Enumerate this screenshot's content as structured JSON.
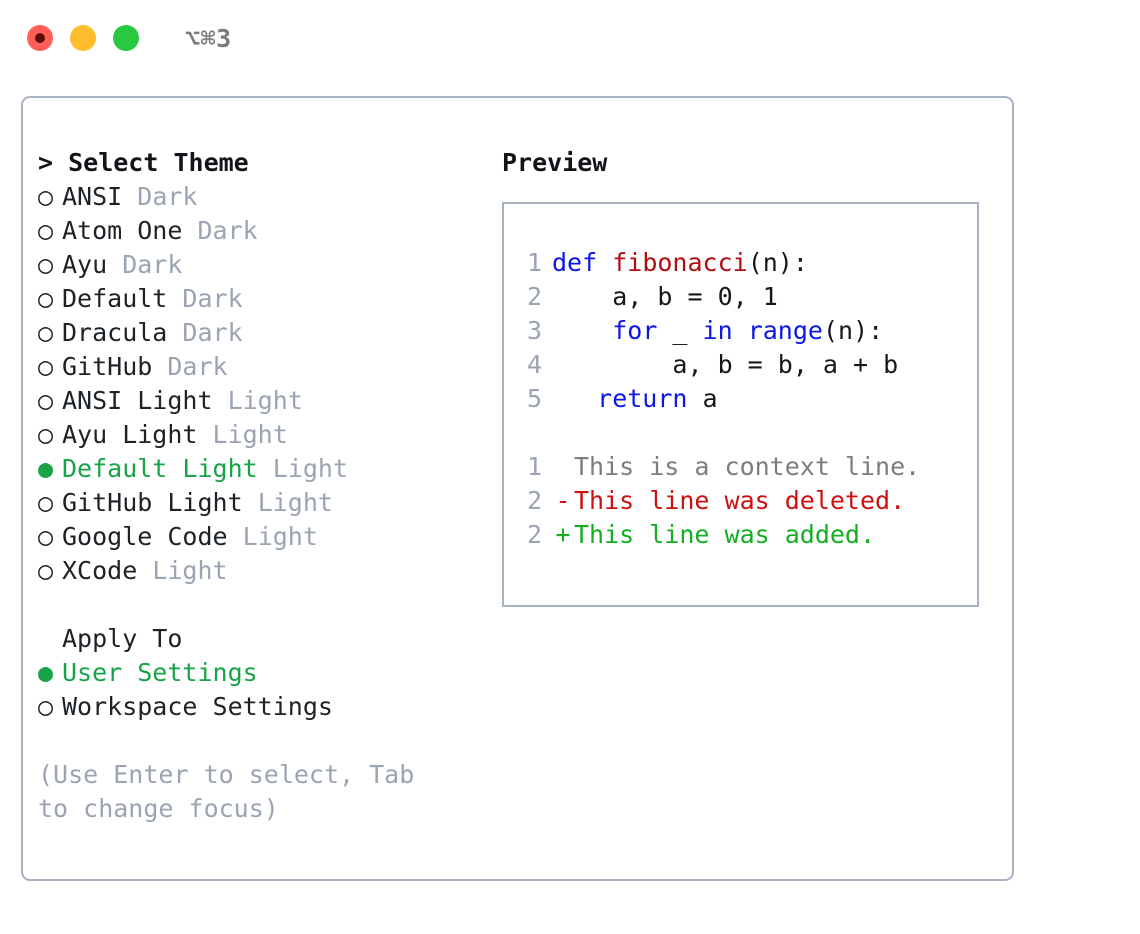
{
  "window": {
    "title": "⌥⌘3",
    "traffic_lights": [
      "close-red",
      "minimize-yellow",
      "zoom-green"
    ],
    "colors": {
      "red": "#ff5f57",
      "yellow": "#ffbd2e",
      "green": "#28c840",
      "border": "#a8b2c0",
      "accent_green": "#19a349",
      "muted": "#9aa4b2"
    }
  },
  "theme_list": {
    "header": "> Select Theme",
    "bullet_selected": "●",
    "bullet_unselected": "○",
    "items": [
      {
        "name": "ANSI",
        "kind": "Dark",
        "selected": false
      },
      {
        "name": "Atom One",
        "kind": "Dark",
        "selected": false
      },
      {
        "name": "Ayu",
        "kind": "Dark",
        "selected": false
      },
      {
        "name": "Default",
        "kind": "Dark",
        "selected": false
      },
      {
        "name": "Dracula",
        "kind": "Dark",
        "selected": false
      },
      {
        "name": "GitHub",
        "kind": "Dark",
        "selected": false
      },
      {
        "name": "ANSI Light",
        "kind": "Light",
        "selected": false
      },
      {
        "name": "Ayu Light",
        "kind": "Light",
        "selected": false
      },
      {
        "name": "Default Light",
        "kind": "Light",
        "selected": true
      },
      {
        "name": "GitHub Light",
        "kind": "Light",
        "selected": false
      },
      {
        "name": "Google Code",
        "kind": "Light",
        "selected": false
      },
      {
        "name": "XCode",
        "kind": "Light",
        "selected": false
      }
    ]
  },
  "apply_to": {
    "header": "Apply To",
    "items": [
      {
        "name": "User Settings",
        "selected": true
      },
      {
        "name": "Workspace Settings",
        "selected": false
      }
    ]
  },
  "hint": "(Use Enter to select, Tab to change focus)",
  "preview": {
    "label": "Preview",
    "code_lines": [
      {
        "no": "1",
        "tokens": [
          {
            "t": "def ",
            "c": "kw"
          },
          {
            "t": "fibonacci",
            "c": "fn"
          },
          {
            "t": "(n):",
            "c": "plain"
          }
        ]
      },
      {
        "no": "2",
        "tokens": [
          {
            "t": "    a, b = 0, 1",
            "c": "plain"
          }
        ]
      },
      {
        "no": "3",
        "tokens": [
          {
            "t": "    ",
            "c": "plain"
          },
          {
            "t": "for",
            "c": "kw"
          },
          {
            "t": " _ ",
            "c": "plain"
          },
          {
            "t": "in",
            "c": "kw"
          },
          {
            "t": " ",
            "c": "plain"
          },
          {
            "t": "range",
            "c": "kw"
          },
          {
            "t": "(n):",
            "c": "plain"
          }
        ]
      },
      {
        "no": "4",
        "tokens": [
          {
            "t": "        a, b = b, a + b",
            "c": "plain"
          }
        ]
      },
      {
        "no": "5",
        "tokens": [
          {
            "t": "   ",
            "c": "plain"
          },
          {
            "t": "return",
            "c": "kw"
          },
          {
            "t": " a",
            "c": "plain"
          }
        ]
      }
    ],
    "diff_lines": [
      {
        "no": "1",
        "mark": " ",
        "text": "This is a context line.",
        "type": "context"
      },
      {
        "no": "2",
        "mark": "-",
        "text": "This line was deleted.",
        "type": "del"
      },
      {
        "no": "2",
        "mark": "+",
        "text": "This line was added.",
        "type": "add"
      }
    ]
  }
}
